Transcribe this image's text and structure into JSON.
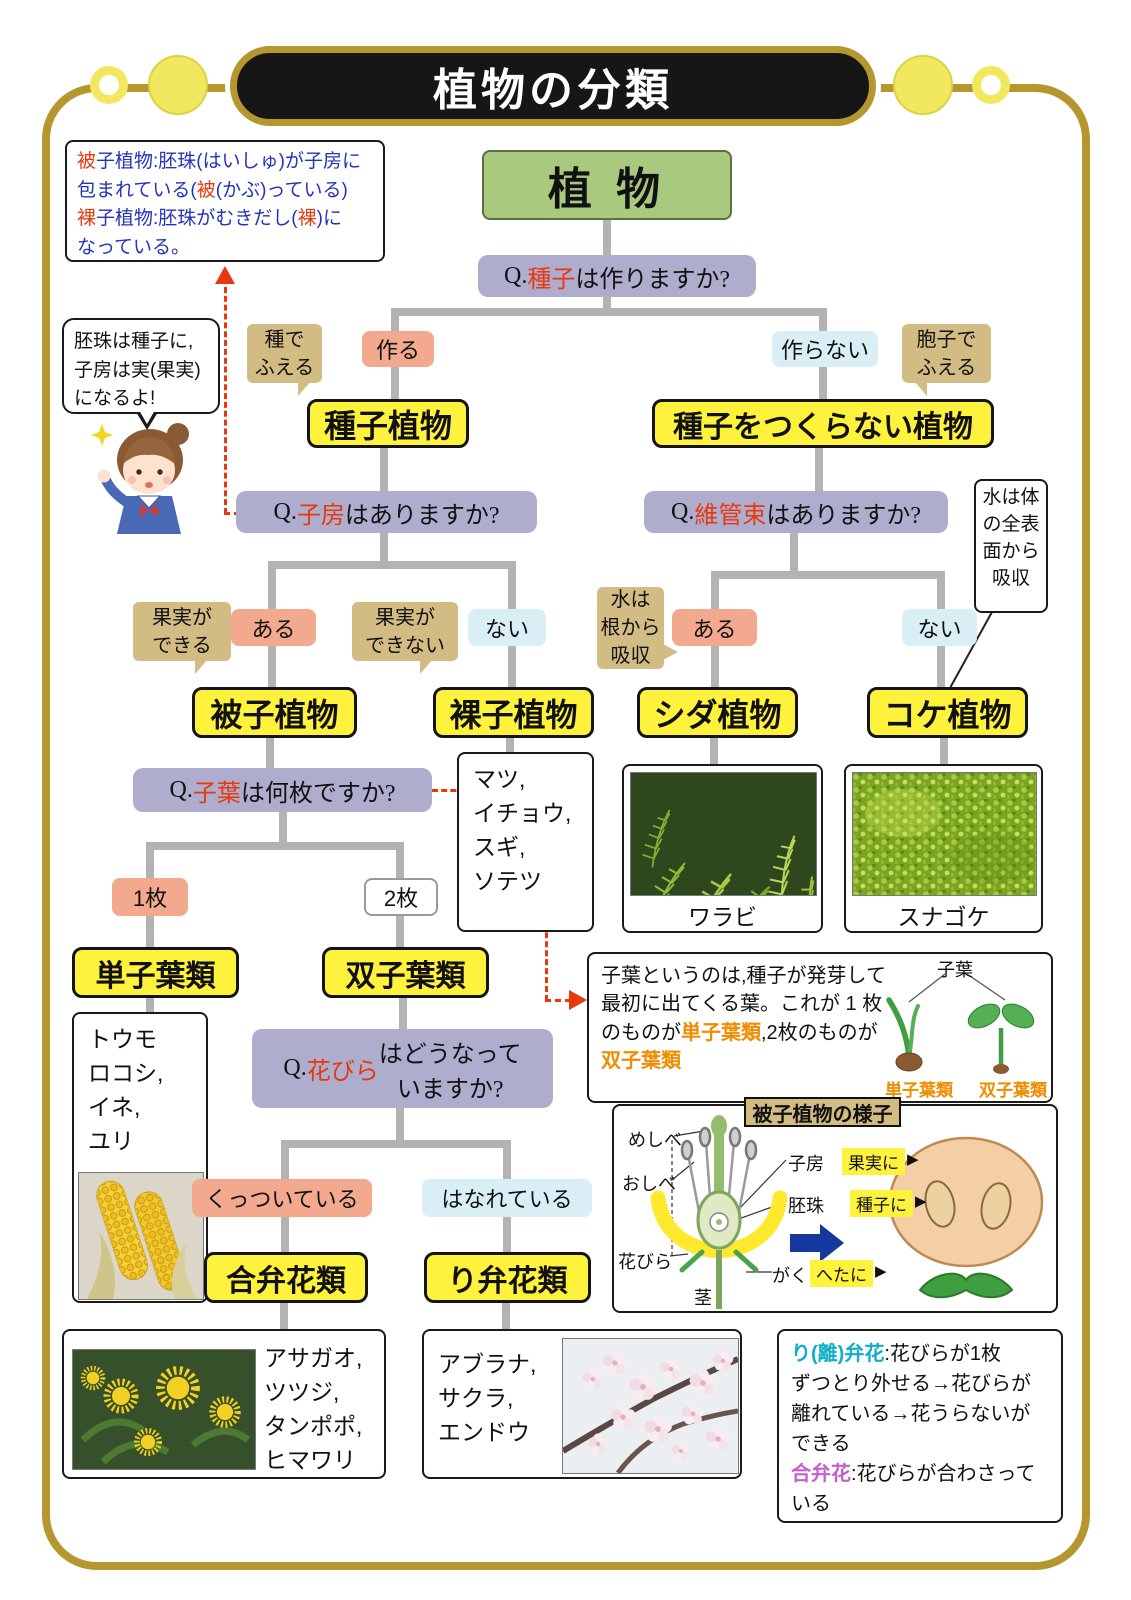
{
  "header": {
    "title": "植物の分類"
  },
  "colors": {
    "frame_gold": "#b5962f",
    "accent_red": "#e8380d",
    "node_green": "#a9c97e",
    "question_purple": "#aeadcd",
    "yes_pink": "#f2a98e",
    "no_blue": "#d9eef5",
    "group_yellow": "#fef23c",
    "callout_tan": "#d2bc84",
    "line_gray": "#b3b3b3",
    "orange": "#ef8c00",
    "cyan": "#10aec6",
    "magenta": "#c45fd0",
    "blue_text": "#2433bb"
  },
  "tree": {
    "root": "植 物",
    "questions": {
      "seed": [
        {
          "t": "Q.",
          "c": "k"
        },
        {
          "t": "種子",
          "c": "r"
        },
        {
          "t": "は作りますか?",
          "c": "k"
        }
      ],
      "ovary": [
        {
          "t": "Q.",
          "c": "k"
        },
        {
          "t": "子房",
          "c": "r"
        },
        {
          "t": "はありますか?",
          "c": "k"
        }
      ],
      "vascular": [
        {
          "t": "Q.",
          "c": "k"
        },
        {
          "t": "維管束",
          "c": "r"
        },
        {
          "t": "はありますか?",
          "c": "k"
        }
      ],
      "cotyledon": [
        {
          "t": "Q.",
          "c": "k"
        },
        {
          "t": "子葉",
          "c": "r"
        },
        {
          "t": "は何枚ですか?",
          "c": "k"
        }
      ],
      "petal": [
        {
          "t": "Q.",
          "c": "k"
        },
        {
          "t": "花びら",
          "c": "r"
        },
        {
          "t": "はどうなって\nいますか?",
          "c": "k"
        }
      ]
    },
    "answers": {
      "make": "作る",
      "not_make": "作らない",
      "has_ovary": "ある",
      "no_ovary": "ない",
      "has_vascular": "ある",
      "no_vascular": "ない",
      "one_leaf": "1枚",
      "two_leaves": "2枚",
      "attached": "くっついている",
      "separated": "はなれている"
    },
    "callouts": {
      "seed_increase": "種で\nふえる",
      "spore_increase": "胞子で\nふえる",
      "fruit_forms": "果実が\nできる",
      "fruit_not_forms": "果実が\nできない",
      "water_root": "水は\n根から\n吸収",
      "water_surface": "水は体\nの全表\n面から\n吸収"
    },
    "groups": {
      "seed_plants": "種子植物",
      "non_seed_plants": "種子をつくらない植物",
      "angiosperms": "被子植物",
      "gymnosperms": "裸子植物",
      "ferns": "シダ植物",
      "mosses": "コケ植物",
      "monocots": "単子葉類",
      "dicots": "双子葉類",
      "sympetalous": "合弁花類",
      "choripetalous": "り弁花類"
    },
    "examples": {
      "gymnosperms": "マツ,\nイチョウ,\nスギ,\nソテツ",
      "ferns_caption": "ワラビ",
      "mosses_caption": "スナゴケ",
      "monocots": "トウモ\nロコシ,\nイネ,\nユリ",
      "sympetalous": "アサガオ,\nツツジ,\nタンポポ,\nヒマワリ",
      "choripetalous": "アブラナ,\nサクラ,\nエンドウ"
    }
  },
  "notes": {
    "definition": [
      {
        "t": "被",
        "c": "r"
      },
      {
        "t": "子植物:胚珠(はいしゅ)が子房に\n包まれている(",
        "c": "b"
      },
      {
        "t": "被",
        "c": "r"
      },
      {
        "t": "(かぶ)っている)\n",
        "c": "b"
      },
      {
        "t": "裸",
        "c": "r"
      },
      {
        "t": "子植物:胚珠がむきだし(",
        "c": "b"
      },
      {
        "t": "裸",
        "c": "r"
      },
      {
        "t": ")に\nなっている。",
        "c": "b"
      }
    ],
    "bubble": "胚珠は種子に,\n子房は実(果実)\nになるよ!",
    "cotyledon": [
      {
        "t": "子葉というのは,種子が発芽して\n最初に出てくる葉。これが 1 枚\nのものが",
        "c": "k"
      },
      {
        "t": "単子葉類",
        "c": "o"
      },
      {
        "t": ",2枚のものが\n",
        "c": "k"
      },
      {
        "t": "双子葉類",
        "c": "o"
      }
    ],
    "cotyledon_labels": {
      "sprout": "子葉",
      "monocot": "単子葉類",
      "dicot": "双子葉類"
    },
    "petal": [
      {
        "t": "り(離)弁花",
        "c": "c"
      },
      {
        "t": ":花びらが1枚\nずつとり外せる→花びらが\n離れている→花うらないが\nできる\n",
        "c": "k"
      },
      {
        "t": "合弁花",
        "c": "m"
      },
      {
        "t": ":花びらが合わさって\nいる",
        "c": "k"
      }
    ]
  },
  "anatomy": {
    "title": "被子植物の様子",
    "labels": {
      "pistil": "めしべ",
      "stamen": "おしべ",
      "petal": "花びら",
      "stem": "茎",
      "ovary": "子房",
      "ovule": "胚珠",
      "calyx": "がく"
    },
    "chips": {
      "fruit": "果実に",
      "seed": "種子に",
      "heta": "へたに"
    },
    "pointer": "▶"
  }
}
